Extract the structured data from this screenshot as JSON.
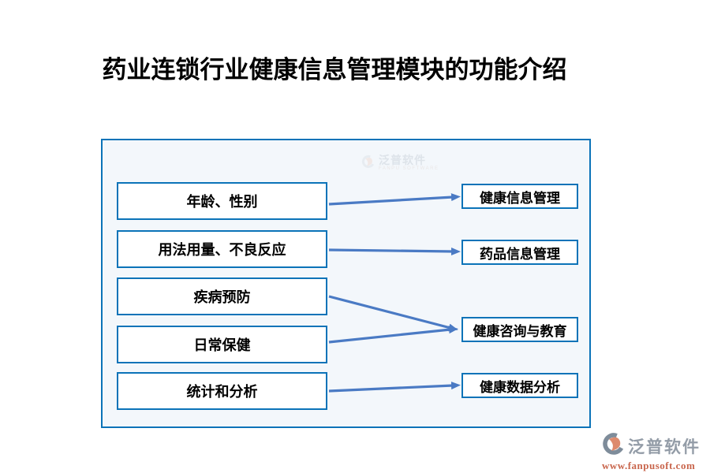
{
  "page": {
    "title": "药业连锁行业健康信息管理模块的功能介绍"
  },
  "colors": {
    "panel_border": "#0b73b8",
    "panel_background": "#f3f7fb",
    "box_border": "#0b73b8",
    "box_background": "#ffffff",
    "arrow_blue": "#4a7ac4",
    "title_color": "#000000",
    "watermark_gray": "#ccd3dc",
    "footer_name_gray": "#939ca7",
    "footer_url_orange": "#c9664d",
    "logo_icon_gray": "#7e8c9a",
    "logo_icon_orange": "#dd8a6d"
  },
  "diagram": {
    "left_boxes": [
      {
        "label": "年龄、性别"
      },
      {
        "label": "用法用量、不良反应"
      },
      {
        "label": "疾病预防"
      },
      {
        "label": "日常保健"
      },
      {
        "label": "统计和分析"
      }
    ],
    "right_boxes": [
      {
        "label": "健康信息管理"
      },
      {
        "label": "药品信息管理"
      },
      {
        "label": "健康咨询与教育"
      },
      {
        "label": "健康数据分析"
      }
    ],
    "connections": [
      {
        "from": "年龄、性别",
        "to": "健康信息管理"
      },
      {
        "from": "用法用量、不良反应",
        "to": "药品信息管理"
      },
      {
        "from": "疾病预防",
        "to": "健康咨询与教育"
      },
      {
        "from": "日常保健",
        "to": "健康咨询与教育"
      },
      {
        "from": "统计和分析",
        "to": "健康数据分析"
      }
    ]
  },
  "watermark": {
    "icon": "fanpu-circle-logo-icon",
    "name": "泛普软件",
    "tagline": "FANPU SOFTWARE"
  },
  "footer_logo": {
    "icon": "fanpu-circle-logo-icon",
    "name": "泛普软件",
    "url": "www.fanpusoft.com"
  }
}
